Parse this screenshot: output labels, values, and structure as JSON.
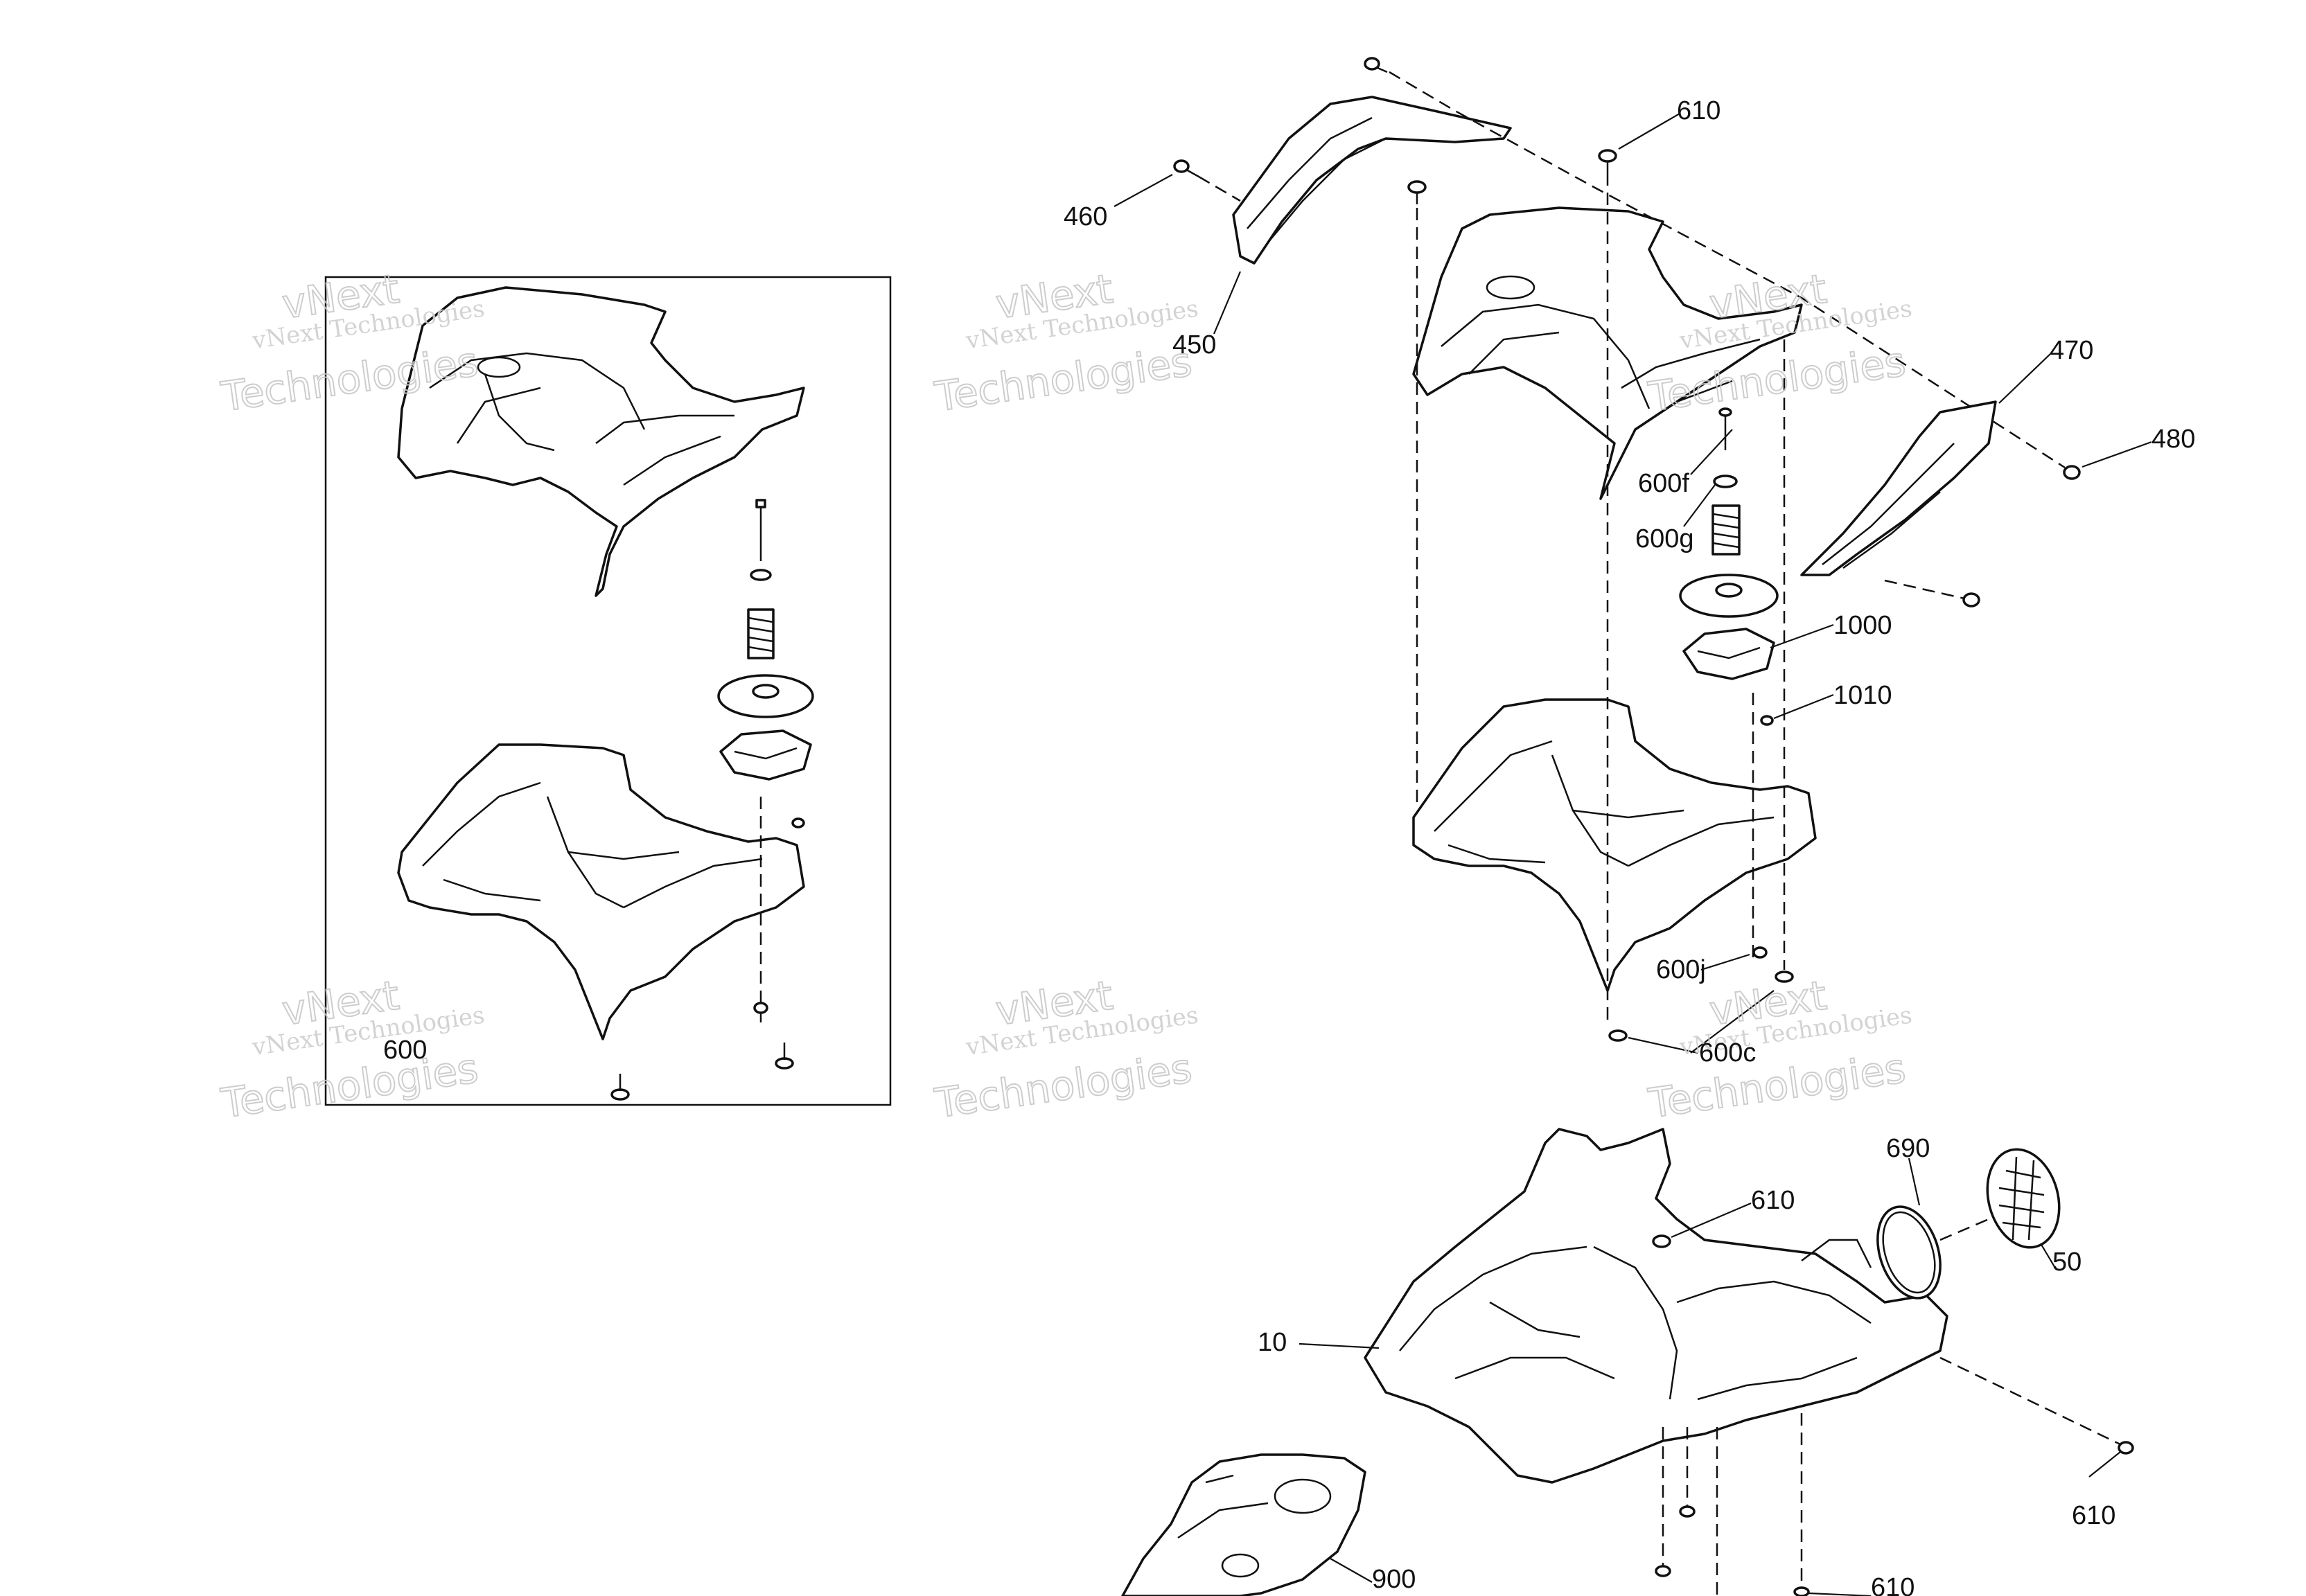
{
  "labels": {
    "l460": "460",
    "l450": "450",
    "l610a": "610",
    "l470": "470",
    "l480": "480",
    "l600f": "600f",
    "l600g": "600g",
    "l1000": "1000",
    "l1010": "1010",
    "l600j": "600j",
    "l600c": "600c",
    "l600": "600",
    "l690": "690",
    "l50": "50",
    "l610b": "610",
    "l10": "10",
    "l610c": "610",
    "l900": "900",
    "l610d": "610"
  },
  "watermark": {
    "line1": "vNext Technologies",
    "line2": "vNext",
    "line3": "Technologies"
  }
}
